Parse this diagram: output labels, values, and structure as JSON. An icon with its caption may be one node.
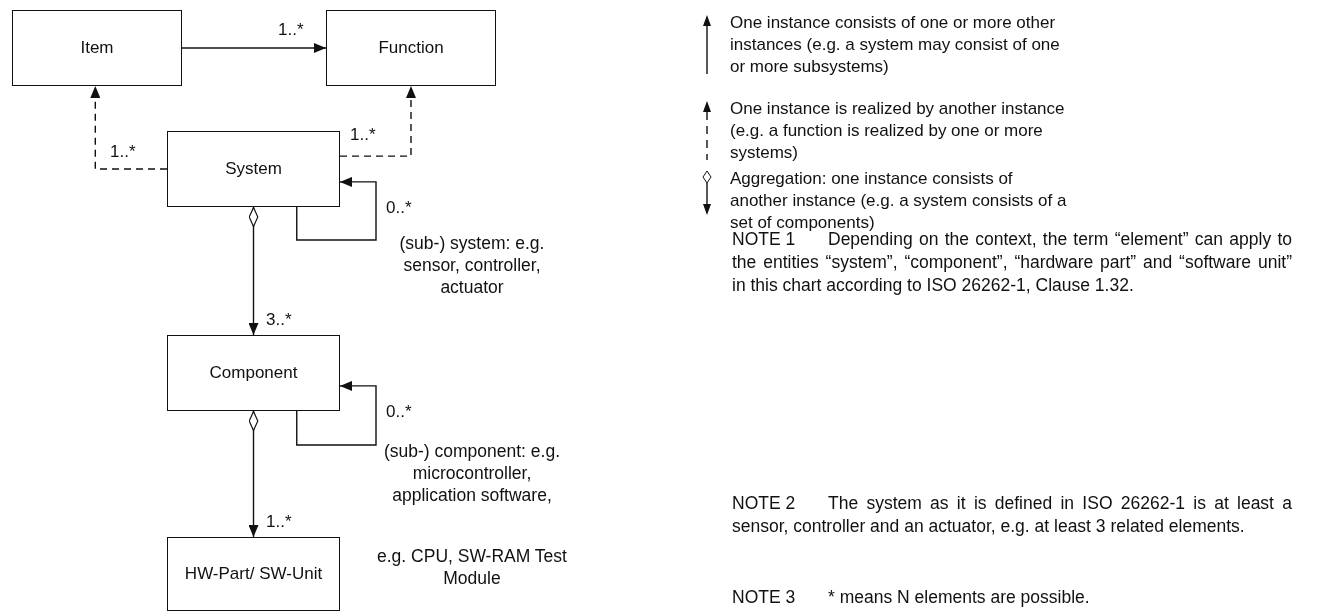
{
  "diagram": {
    "nodes": [
      {
        "text": [
          "Item"
        ]
      },
      {
        "text": [
          "Function"
        ]
      },
      {
        "text": [
          "System"
        ]
      },
      {
        "text": [
          "Component"
        ]
      },
      {
        "text": [
          "HW-Part/ SW-Unit"
        ]
      }
    ],
    "edges": [
      {
        "from": 0,
        "to": 1,
        "arrow": "to",
        "label": "1..*"
      },
      {
        "from": 2,
        "to": 0,
        "arrow": "to",
        "label": "1..*",
        "style": "dashed"
      },
      {
        "from": 2,
        "to": 1,
        "arrow": "to",
        "label": "1..*",
        "style": "dashed"
      },
      {
        "from": 2,
        "to": 2,
        "arrow": "to",
        "label": "0..*"
      },
      {
        "from": 2,
        "to": 3,
        "arrow": "to",
        "label": "3..*"
      },
      {
        "from": 3,
        "to": 3,
        "arrow": "to",
        "label": "0..*"
      },
      {
        "from": 3,
        "to": 4,
        "arrow": "to",
        "label": "1..*"
      }
    ],
    "labels": [
      "(sub-) system: e.g. sensor, controller, actuator",
      "(sub-) component: e.g. microcontroller, application software,",
      "e.g. CPU, SW-RAM Test Module",
      "NOTE 1",
      "Depending on the context, the term “element” can apply to the entities “system”, “component”, “hardware part” and “software unit” in this chart according to ISO 26262-1, Clause 1.32.",
      "NOTE 2",
      "The system as it is defined in ISO 26262-1 is at least a sensor, controller and an actuator, e.g. at least 3 related elements.",
      "NOTE 3",
      "* means N elements are possible."
    ],
    "legend": [
      {
        "text": "One instance consists of one or more other instances (e.g. a system may consist of one or more subsystems)"
      },
      {
        "text": "One instance is realized by another instance (e.g. a function is realized by one or more systems)"
      },
      {
        "text": "Aggregation: one instance consists of another instance (e.g. a system consists of a set of components)"
      }
    ]
  }
}
